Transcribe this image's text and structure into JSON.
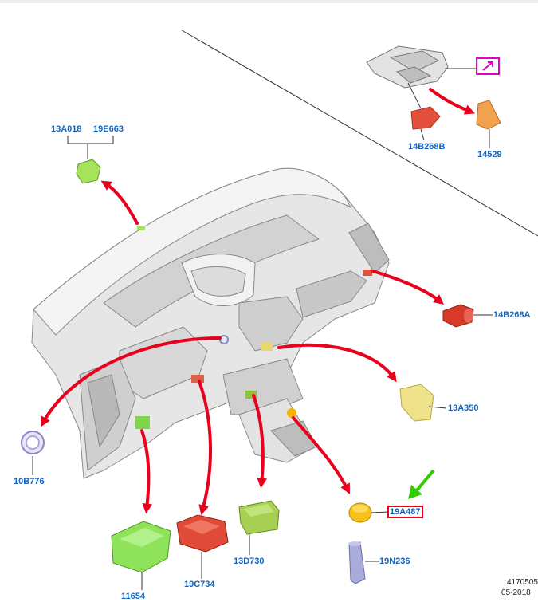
{
  "part_labels": {
    "p13A018": "13A018",
    "p19E663": "19E663",
    "p14B268B": "14B268B",
    "p14529": "14529",
    "p14B268A": "14B268A",
    "p13A350": "13A350",
    "p10B776": "10B776",
    "p19A487": "19A487",
    "p19N236": "19N236",
    "p13D730": "13D730",
    "p19C734": "19C734",
    "p11654": "11654"
  },
  "footer": {
    "image_number": "4170505",
    "date": "05-2018"
  },
  "colors": {
    "label_text": "#1565c0",
    "callout_arrow": "#e8001c",
    "pointer_arrow": "#33cc00",
    "navigation_icon": "#e000c8",
    "highlight_box": "#e8001c"
  },
  "icons": [
    "navigation-arrow-icon",
    "pointer-arrow-icon"
  ]
}
